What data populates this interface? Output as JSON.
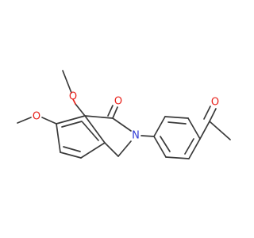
{
  "molecule": {
    "atoms": {
      "o_methoxy_top": "O",
      "o_methoxy_left": "O",
      "o_carbonyl_ring": "O",
      "n_ring": "N",
      "o_acetyl": "O"
    },
    "colors": {
      "bond": "#3a3a3a",
      "oxygen": "#e8211b",
      "nitrogen": "#2f3bd6",
      "background": "#ffffff"
    }
  }
}
